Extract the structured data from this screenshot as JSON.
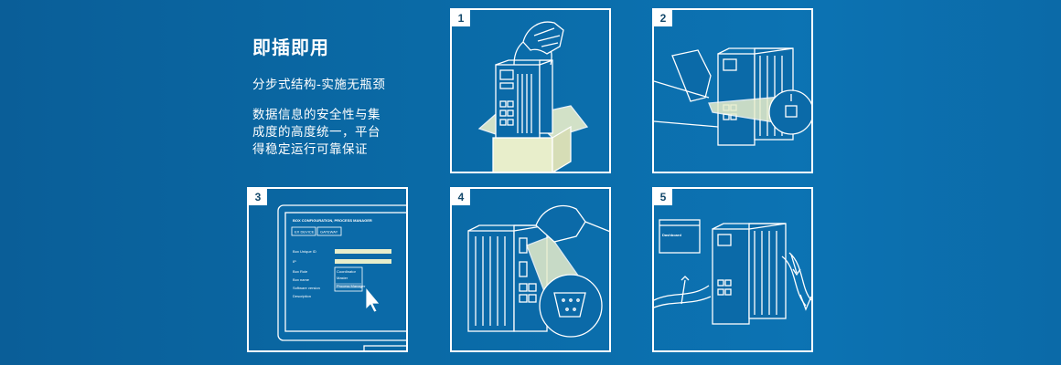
{
  "heading": {
    "title": "即插即用",
    "subtitle": "分步式结构-实施无瓶颈",
    "description": [
      "数据信息的安全性与集",
      "成度的高度统一，平台",
      "得稳定运行可靠保证"
    ]
  },
  "steps": [
    {
      "number": "1"
    },
    {
      "number": "2"
    },
    {
      "number": "3",
      "screen": {
        "title": "BOX CONFIGURATION, PROCESS MANAGER",
        "tabs": [
          "EX DEVICE",
          "GATEWAY"
        ],
        "fields": [
          "Box Unique ID",
          "IP",
          "Box Role",
          "Box name",
          "Software version",
          "Description"
        ],
        "dropdown_options": [
          "Coordinator",
          "Master",
          "Process Manager"
        ]
      }
    },
    {
      "number": "4"
    },
    {
      "number": "5",
      "window_label": "Dashboard"
    }
  ],
  "colors": {
    "background": "#0b6aa8",
    "line": "#ffffff",
    "accent": "#e8eecb"
  }
}
